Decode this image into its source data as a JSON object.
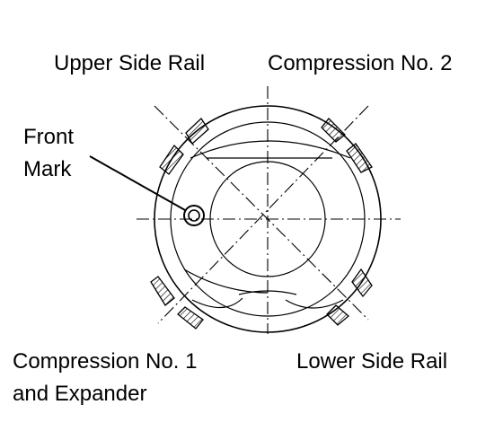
{
  "labels": {
    "upper_side_rail": "Upper Side Rail",
    "compression_no2": "Compression No. 2",
    "front_mark_line1": "Front",
    "front_mark_line2": "Mark",
    "compression_no1_line1": "Compression No. 1",
    "compression_no1_line2": "and Expander",
    "lower_side_rail": "Lower Side Rail"
  },
  "colors": {
    "ink": "#000000",
    "background": "#ffffff"
  }
}
